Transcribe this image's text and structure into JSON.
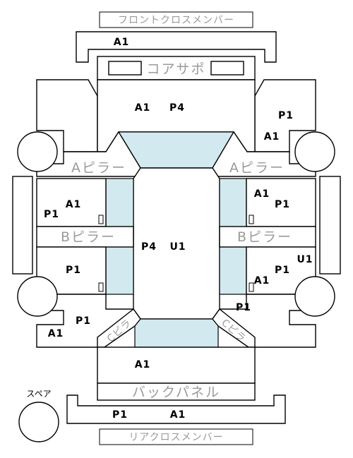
{
  "parts": {
    "front_cross_member": "フロントクロスメンバー",
    "core_support": "コアサポ",
    "a_pillar_left": "Aピラー",
    "a_pillar_right": "Aピラー",
    "b_pillar_left": "Bピラー",
    "b_pillar_right": "Bピラー",
    "back_panel": "バックパネル",
    "rear_cross_member": "リアクロスメンバー",
    "c_pillar_left": "Cピラ",
    "c_pillar_right": "Cピラ",
    "spare": "スペア"
  },
  "codes": {
    "front_member": "A1",
    "hood_a": "A1",
    "hood_p": "P4",
    "fender_right_p": "P1",
    "fender_right_a": "A1",
    "front_door_left_a": "A1",
    "front_door_left_p": "P1",
    "front_door_right_a": "A1",
    "front_door_right_p": "P1",
    "roof_p": "P4",
    "roof_u": "U1",
    "rear_door_left_p": "P1",
    "rear_door_right_p": "P1",
    "rear_door_right_a": "A1",
    "right_rocker_u": "U1",
    "quarter_left_p": "P1",
    "quarter_left_a": "A1",
    "quarter_right_p": "P1",
    "trunk_a": "A1",
    "rear_member_p": "P1",
    "rear_member_a": "A1"
  }
}
